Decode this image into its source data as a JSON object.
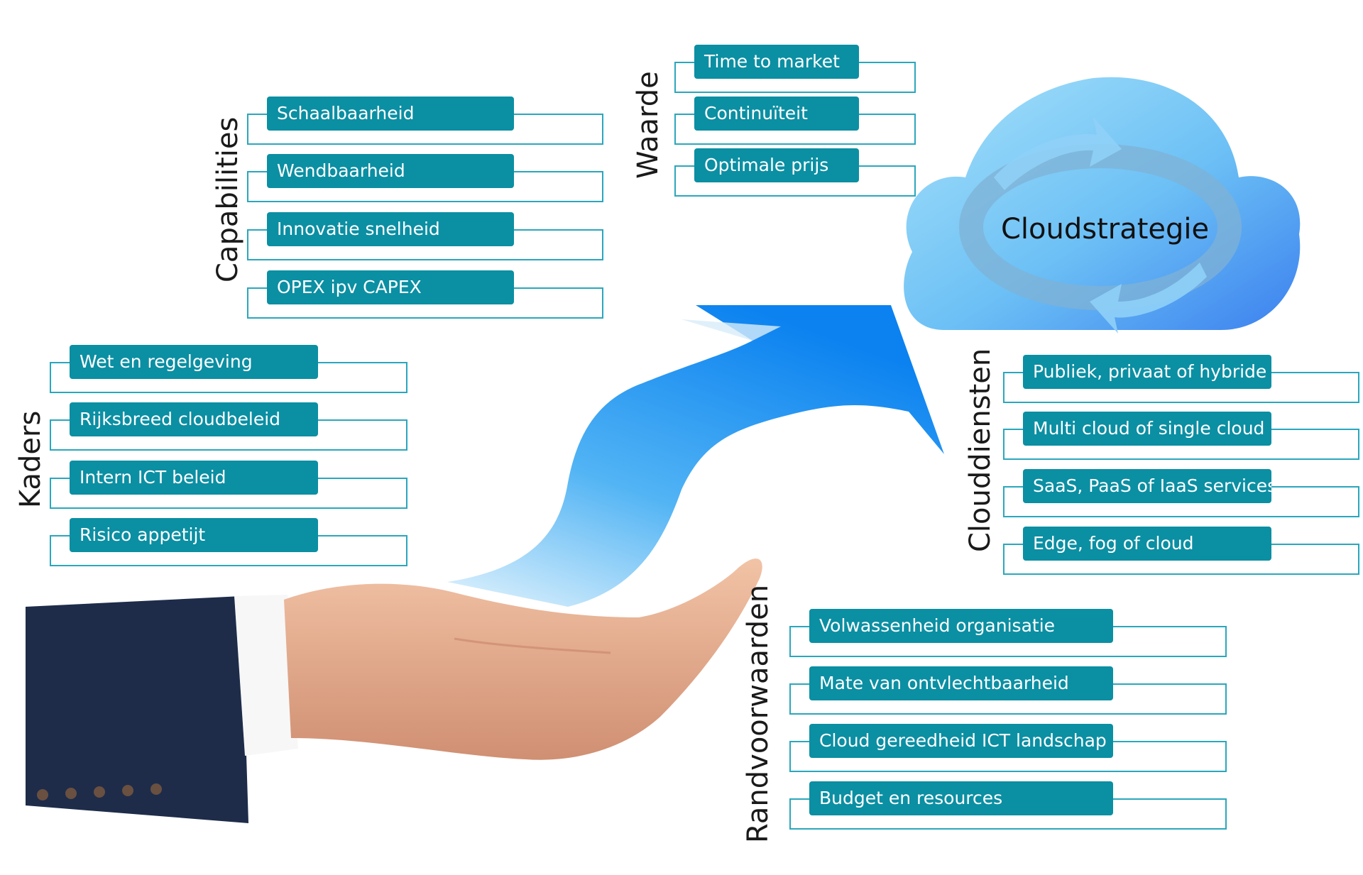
{
  "center": {
    "title": "Cloudstrategie"
  },
  "groups": [
    {
      "id": "waarde",
      "title": "Waarde",
      "items": [
        "Time to market",
        "Continuïteit",
        "Optimale prijs"
      ]
    },
    {
      "id": "capabilities",
      "title": "Capabilities",
      "items": [
        "Schaalbaarheid",
        "Wendbaarheid",
        "Innovatie snelheid",
        "OPEX ipv CAPEX"
      ]
    },
    {
      "id": "kaders",
      "title": "Kaders",
      "items": [
        "Wet en regelgeving",
        "Rijksbreed cloudbeleid",
        "Intern ICT beleid",
        "Risico appetijt"
      ]
    },
    {
      "id": "clouddiensten",
      "title": "Clouddiensten",
      "items": [
        "Publiek, privaat of hybride",
        "Multi cloud of single cloud",
        "SaaS, PaaS of IaaS services",
        "Edge, fog of cloud"
      ]
    },
    {
      "id": "randvoorwaarden",
      "title": "Randvoorwaarden",
      "items": [
        "Volwassenheid organisatie",
        "Mate van ontvlechtbaarheid",
        "Cloud gereedheid ICT landschap",
        "Budget en resources"
      ]
    }
  ],
  "colors": {
    "box": "#0b8fa3",
    "frame": "#2aa7bd",
    "cloud_light": "#9fdaf7",
    "cloud_dark": "#3d86f0",
    "arrow": "#1e8ff0"
  }
}
